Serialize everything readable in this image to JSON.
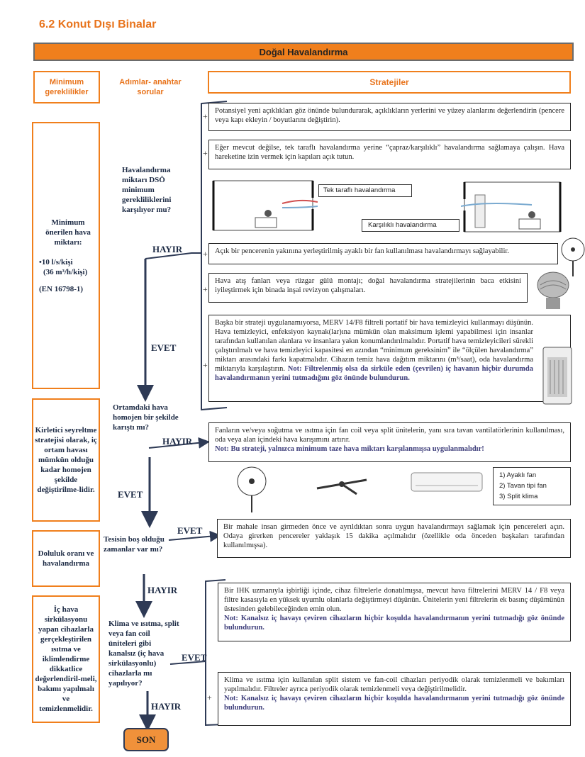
{
  "section_title": "6.2 Konut Dışı Binalar",
  "banner": "Doğal Havalandırma",
  "columns": {
    "minimum": "Minimum gereklilikler",
    "steps": "Adımlar- anahtar sorular",
    "strategies": "Stratejiler"
  },
  "left_boxes": {
    "b1_title": "Minimum önerilen hava miktarı:",
    "b1_bullet": "•10 l/s/kişi",
    "b1_bullet2": "(36 m³/h/kişi)",
    "b1_std": "(EN 16798-1)",
    "b2": "Kirletici seyreltme stratejisi olarak, iç ortam havası mümkün olduğu kadar homojen şekilde değiştirilme-lidir.",
    "b3": "Doluluk oranı ve havalandırma",
    "b4": "İç hava sirkülasyonu yapan cihazlarla gerçekleştirilen ısıtma ve iklimlendirme dikkatlice değerlendiril-meli, bakımı yapılmalı ve temizlenmelidir."
  },
  "questions": {
    "q1": "Havalandırma miktarı DSÖ minimum gerekliliklerini karşılıyor mu?",
    "q2": "Ortamdaki hava homojen bir şekilde karıştı mı?",
    "q3": "Tesisin boş olduğu zamanlar var mı?",
    "q4": "Klima ve ısıtma, split veya fan coil üniteleri gibi kanalsız (iç hava sirkülasyonlu) cihazlarla mı yapılıyor?"
  },
  "flow": {
    "hayir": "HAYIR",
    "evet": "EVET",
    "son": "SON",
    "plus": "+"
  },
  "strategies": {
    "s1": "Potansiyel yeni açıklıkları göz önünde bulundurarak, açıklıkların yerlerini ve yüzey alanlarını değerlendirin (pencere veya kapı ekleyin / boyutlarını değiştirin).",
    "s2": "Eğer mevcut değilse, tek taraflı havalandırma yerine “çapraz/karşılıklı” havalandırma sağlamaya çalışın. Hava hareketine izin vermek için kapıları açık tutun.",
    "img_label1": "Tek taraflı havalandırma",
    "img_label2": "Karşılıklı havalandırma",
    "s3": "Açık bir pencerenin yakınına yerleştirilmiş ayaklı bir fan kullanılması havalandırmayı sağlayabilir.",
    "s4": "Hava atış fanları veya rüzgar gülü montajı; doğal havalandırma stratejilerinin baca etkisini iyileştirmek için binada inşai revizyon çalışmaları.",
    "s5": "Başka bir strateji uygulanamıyorsa, MERV 14/F8 filtreli portatif bir hava temizleyici kullanmayı düşünün. Hava temizleyici, enfeksiyon kaynak(lar)ına mümkün olan maksimum işlemi yapabilmesi için insanlar tarafından kullanılan alanlara ve insanlara yakın konumlandırılmalıdır. Portatif hava temizleyicileri sürekli çalıştırılmalı ve hava temizleyici kapasitesi en azından “minimum gereksinim” ile “ölçülen havalandırma” miktarı arasındaki farkı kapatmalıdır. Cihazın temiz hava dağıtım miktarını (m³/saat), oda havalandırma miktarıyla karşılaştırın.",
    "s5_note": "Not: Filtrelenmiş olsa da sirküle eden (çevrilen) iç havanın hiçbir durumda havalandırmanın yerini tutmadığını göz önünde bulundurun.",
    "s6": "Fanların ve/veya soğutma ve ısıtma için fan coil veya split ünitelerin, yanı sıra tavan vantilatörlerinin kullanılması, oda veya alan içindeki hava karışımını artırır.",
    "s6_note": "Not: Bu strateji, yalnızca minimum taze hava miktarı karşılanmışsa uygulanmalıdır!",
    "legend": [
      "1) Ayaklı fan",
      "2) Tavan tipi fan",
      "3) Split klima"
    ],
    "s7": "Bir mahale insan girmeden önce ve ayrıldıktan sonra uygun havalandırmayı sağlamak için pencereleri açın. Odaya girerken pencereler yaklaşık 15 dakika açılmalıdır (özellikle oda önceden başkaları tarafından kullanılmışsa).",
    "s8": "Bir IHK uzmanıyla işbirliği içinde, cihaz filtrelerle donatılmışsa, mevcut hava filtrelerini MERV 14 / F8 veya filtre kasasıyla en yüksek uyumlu olanlarla değiştirmeyi düşünün. Ünitelerin yeni filtrelerin ek basınç düşümünün üstesinden gelebileceğinden emin olun.",
    "s8_note": "Not: Kanalsız iç havayı çeviren cihazların hiçbir koşulda havalandırmanın yerini tutmadığı göz önünde bulundurun.",
    "s9": "Klima ve ısıtma için kullanılan split sistem ve fan-coil cihazları periyodik olarak temizlenmeli ve bakımları yapılmalıdır. Filtreler ayrıca periyodik olarak temizlenmeli veya değiştirilmelidir.",
    "s9_note": "Not: Kanalsız iç havayı çeviren cihazların hiçbir koşulda havalandırmanın yerini tutmadığı göz önünde bulundurun."
  },
  "colors": {
    "orange": "#f07f1c",
    "title_orange": "#e8731b",
    "navy": "#2e3a55"
  }
}
